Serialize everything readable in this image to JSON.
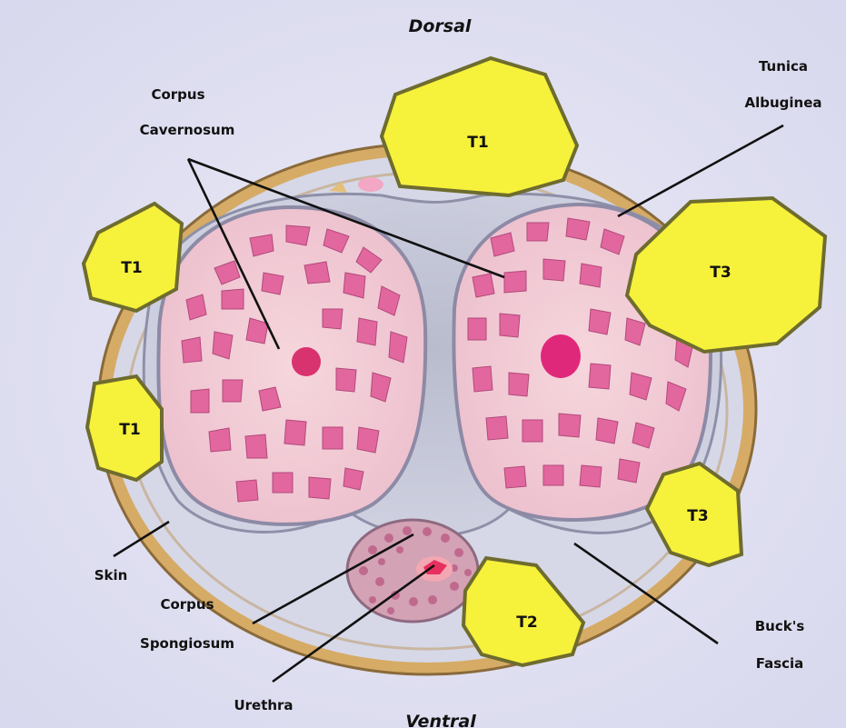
{
  "orientation": {
    "top": "Dorsal",
    "bottom": "Ventral"
  },
  "labels": {
    "corpus_cavernosum": [
      "Corpus",
      "Cavernosum"
    ],
    "tunica_albuginea": [
      "Tunica",
      "Albuginea"
    ],
    "skin": "Skin",
    "corpus_spongiosum": [
      "Corpus",
      "Spongiosum"
    ],
    "urethra": "Urethra",
    "bucks_fascia": [
      "Buck's",
      "Fascia"
    ]
  },
  "tumors": [
    {
      "label": "T1",
      "site": "dorsal"
    },
    {
      "label": "T1",
      "site": "left-upper"
    },
    {
      "label": "T1",
      "site": "left-lower"
    },
    {
      "label": "T3",
      "site": "right-upper"
    },
    {
      "label": "T3",
      "site": "right-lower"
    },
    {
      "label": "T2",
      "site": "ventral"
    }
  ],
  "colors": {
    "background": "#e3e3f3",
    "skin": "#d9b06c",
    "fascia": "#c6cadb",
    "cavernosum": "#f2c9d4",
    "sinusoid": "#e0609b",
    "spongiosum": "#d5a6b7",
    "urethra": "#e83060",
    "tumor": "#f6f13a",
    "tumor_edge": "#6e6c2e"
  }
}
